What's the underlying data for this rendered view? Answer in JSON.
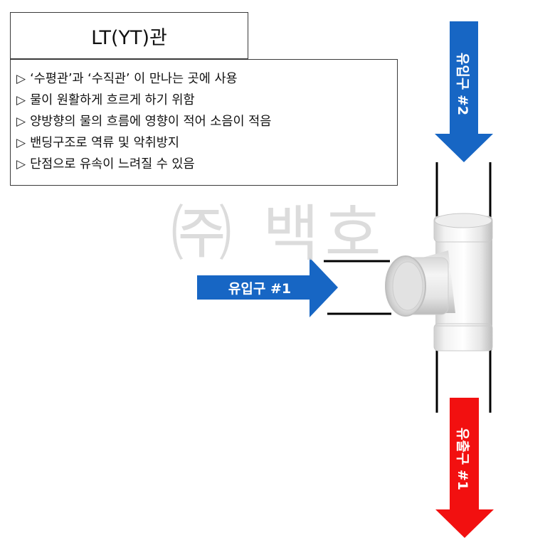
{
  "title": "LT(YT)관",
  "bullet_symbol": "▷",
  "description": [
    "‘수평관’과 ‘수직관’ 이 만나는 곳에 사용",
    "물이 원활하게 흐르게 하기 위함",
    "양방향의 물의 흐름에 영향이 적어 소음이 적음",
    "밴딩구조로 역류 및 악취방지",
    "단점으로 유속이 느려질 수 있음"
  ],
  "watermark": "㈜ 백호",
  "arrows": {
    "inlet1": {
      "label": "유입구 #1",
      "color": "#1766c4",
      "direction": "right"
    },
    "inlet2": {
      "label": "유입구 #2",
      "color": "#1766c4",
      "direction": "down"
    },
    "outlet1": {
      "label": "유출구 #1",
      "color": "#f21010",
      "direction": "down"
    }
  }
}
